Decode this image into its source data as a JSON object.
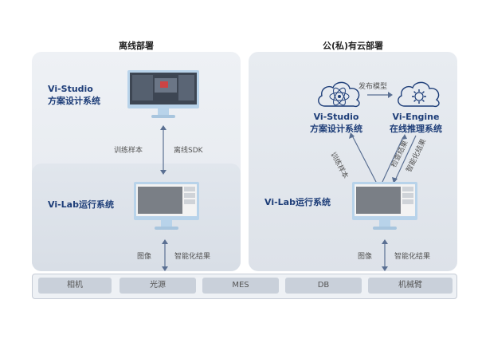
{
  "left": {
    "title": "离线部署",
    "top_label_1": "Vi-Studio",
    "top_label_2": "方案设计系统",
    "bottom_label": "Vi-Lab运行系统",
    "arrow_left": "训练样本",
    "arrow_right": "离线SDK",
    "lower_left": "图像",
    "lower_right": "智能化结果"
  },
  "right": {
    "title": "公(私)有云部署",
    "cloud1_label_1": "Vi-Studio",
    "cloud1_label_2": "方案设计系统",
    "cloud2_label_1": "Vi-Engine",
    "cloud2_label_2": "在线推理系统",
    "publish": "发布模型",
    "diag_1": "训练样本",
    "diag_2": "检查结果",
    "diag_3": "智能化结果",
    "bottom_label": "Vi-Lab运行系统",
    "lower_left": "图像",
    "lower_right": "智能化结果"
  },
  "devices": [
    "相机",
    "光源",
    "MES",
    "DB",
    "机械臂"
  ],
  "colors": {
    "accent": "#1d3d78",
    "arrow": "#5a6f92"
  }
}
